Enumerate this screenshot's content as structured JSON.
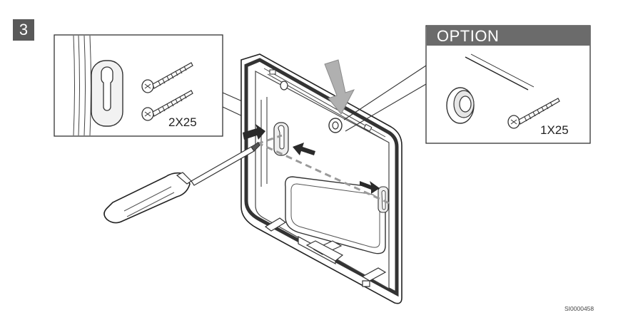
{
  "step": {
    "number": "3"
  },
  "detail_left": {
    "quantity": "2X25"
  },
  "option": {
    "title": "OPTION",
    "quantity": "1X25"
  },
  "footer": {
    "doc_code": "SI0000458"
  },
  "colors": {
    "header_gray": "#6b6b6b",
    "badge_gray": "#595959",
    "arrow_gray": "#b0b0b0",
    "line_dark": "#222222"
  },
  "icons": [
    "screwdriver-icon",
    "screw-icon",
    "wall-plug-icon",
    "push-arrow-icon",
    "keyhole-slot-icon"
  ]
}
